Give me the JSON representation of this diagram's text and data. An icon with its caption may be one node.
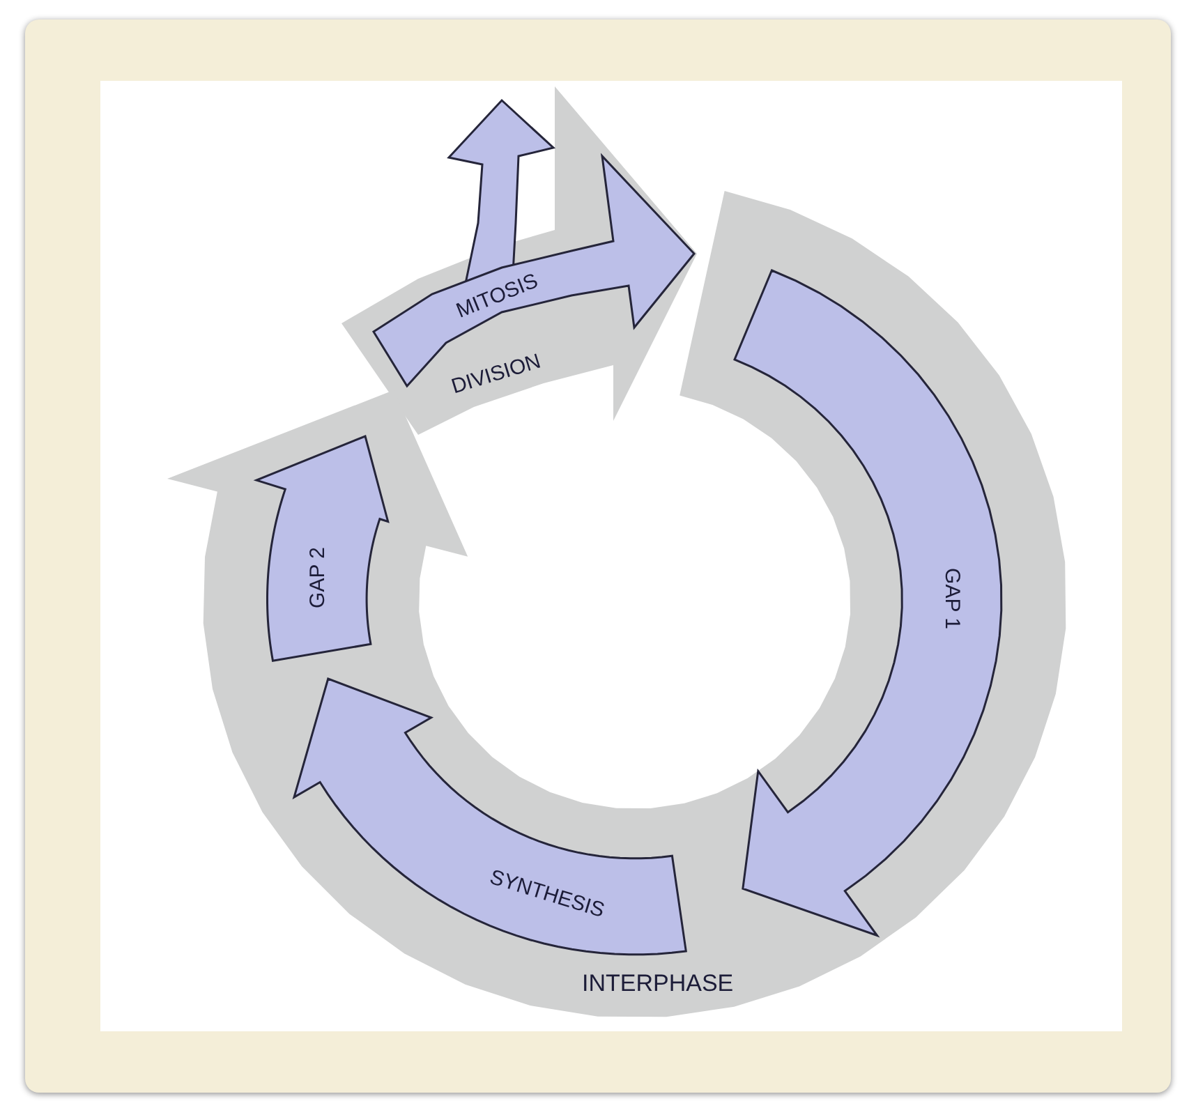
{
  "diagram": {
    "nodes": [
      {
        "text": [
          "DIVISION"
        ]
      },
      {
        "text": [
          "MITOSIS"
        ],
        "in": 0
      },
      {
        "text": [
          "INTERPHASE"
        ]
      },
      {
        "text": [
          "GAP 1"
        ],
        "in": 2
      },
      {
        "text": [
          "SYNTHESIS"
        ],
        "in": 2
      },
      {
        "text": [
          "GAP 2"
        ],
        "in": 2
      }
    ]
  }
}
